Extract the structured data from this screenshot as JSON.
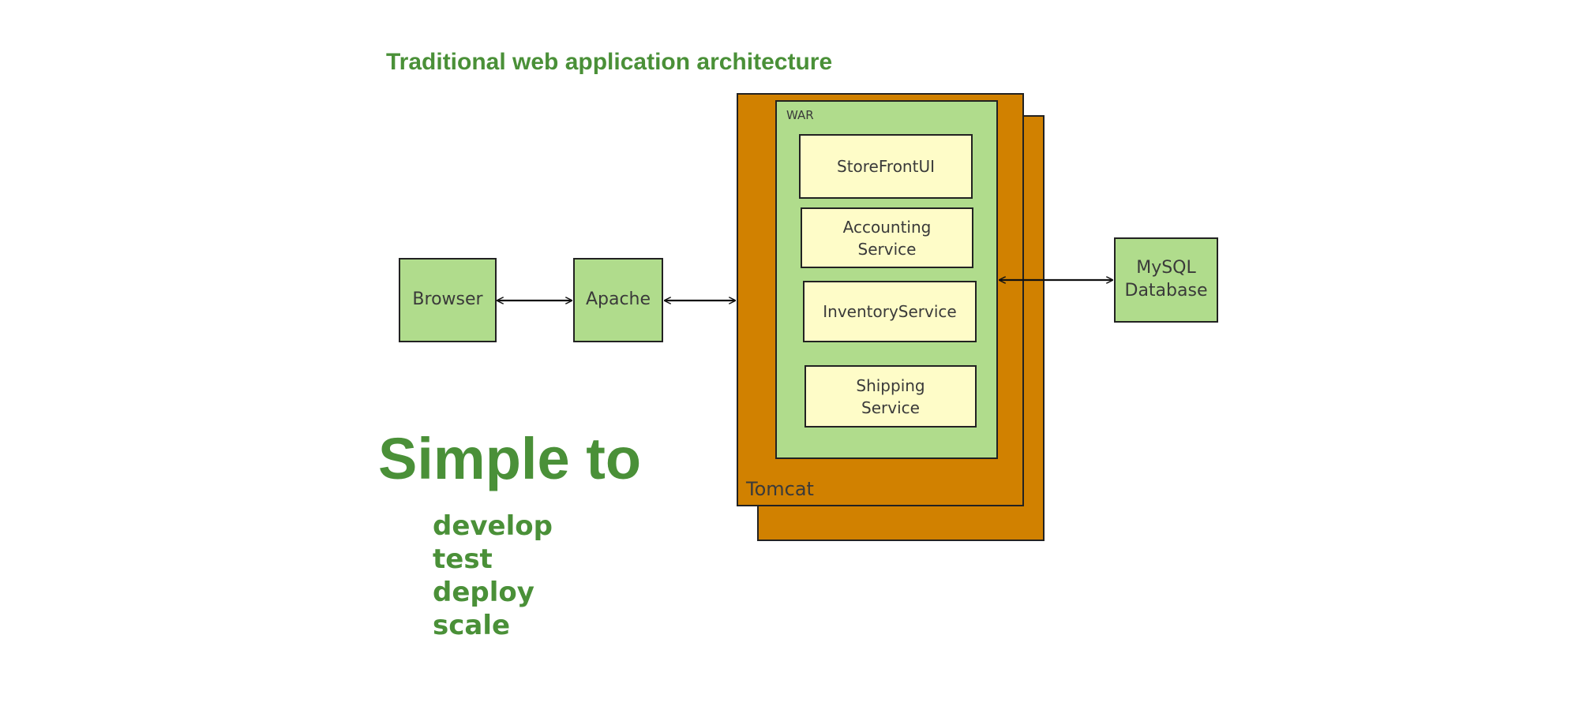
{
  "heading": "Traditional web application architecture",
  "nodes": {
    "browser": "Browser",
    "apache": "Apache",
    "tomcat": "Tomcat",
    "war": "WAR",
    "storefront": "StoreFrontUI",
    "accounting": "Accounting\nService",
    "inventory": "InventoryService",
    "shipping": "Shipping\nService",
    "mysql": "MySQL\nDatabase"
  },
  "simple": {
    "title": "Simple to",
    "items": [
      "develop",
      "test",
      "deploy",
      "scale"
    ]
  }
}
